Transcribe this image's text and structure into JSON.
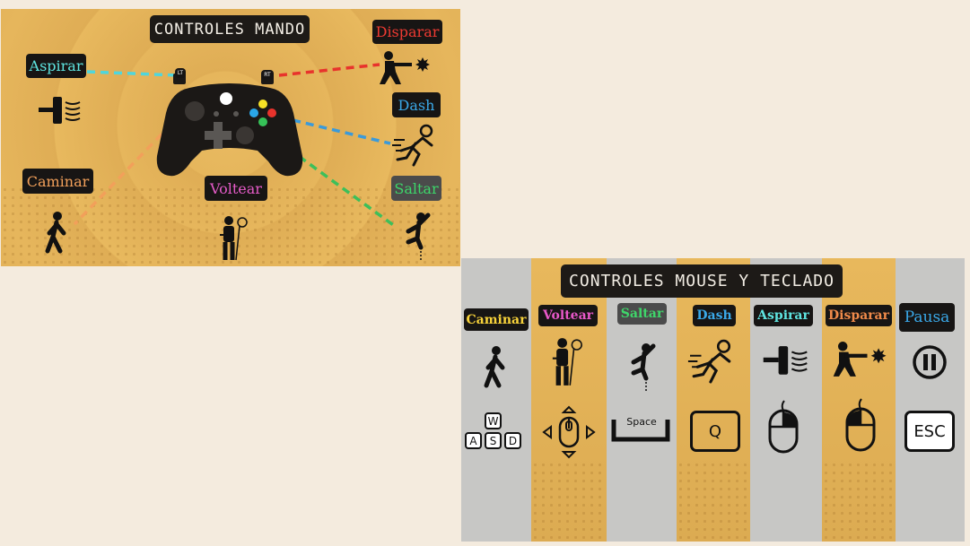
{
  "gamepad": {
    "title": "CONTROLES MANDO",
    "trigger_left": "LT",
    "trigger_right": "RT",
    "labels": {
      "aspirar": "Aspirar",
      "disparar": "Disparar",
      "dash": "Dash",
      "caminar": "Caminar",
      "voltear": "Voltear",
      "saltar": "Saltar"
    }
  },
  "keyboard": {
    "title": "CONTROLES MOUSE Y TECLADO",
    "columns": [
      {
        "label": "Caminar",
        "label_color": "#f7d23a",
        "icon": "walking-person-icon",
        "input": "wasd-keys-icon"
      },
      {
        "label": "Voltear",
        "label_color": "#e858c9",
        "icon": "person-with-net-icon",
        "input": "arrow-keys-mouse-icon"
      },
      {
        "label": "Saltar",
        "label_color": "#3fd66a",
        "icon": "jumping-person-icon",
        "input": "space-key-icon"
      },
      {
        "label": "Dash",
        "label_color": "#3aa8e8",
        "icon": "running-person-icon",
        "input": "q-key-icon"
      },
      {
        "label": "Aspirar",
        "label_color": "#5ee4e0",
        "icon": "vacuum-icon",
        "input": "mouse-right-click-icon"
      },
      {
        "label": "Disparar",
        "label_color": "#f08a4a",
        "icon": "shooter-icon",
        "input": "mouse-left-click-icon"
      },
      {
        "label": "Pausa",
        "label_color": "#3aa8e8",
        "icon": "pause-icon",
        "input": "esc-key-icon"
      }
    ],
    "keys": {
      "w": "W",
      "a": "A",
      "s": "S",
      "d": "D",
      "space": "Space",
      "q": "Q",
      "esc": "ESC"
    }
  },
  "colors": {
    "aspirar": "#4fd6dc",
    "disparar": "#e8332c",
    "dash": "#3b9ad9",
    "caminar": "#f2a05a",
    "voltear": "#e55bc8",
    "saltar": "#3dbf5a"
  }
}
